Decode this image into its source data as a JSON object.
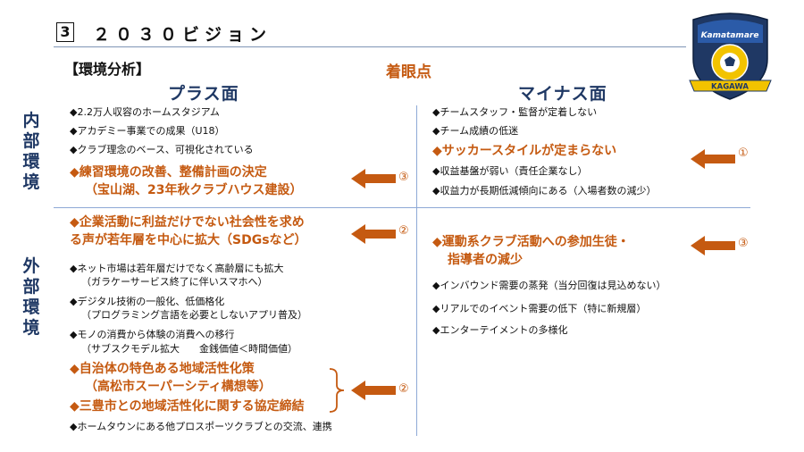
{
  "header": {
    "number": "3",
    "title": "２０３０ビジョン"
  },
  "section_label": "【環境分析】",
  "center_label": "着眼点",
  "columns": {
    "plus": "プラス面",
    "minus": "マイナス面"
  },
  "rows": {
    "internal": "内部環境",
    "external": "外部環境"
  },
  "plus_internal": {
    "items": [
      "◆2.2万人収容のホームスタジアム",
      "◆アカデミー事業での成果（U18）",
      "◆クラブ理念のベース、可視化されている"
    ],
    "highlight_line1": "◆練習環境の改善、整備計画の決定",
    "highlight_line2": "（宝山湖、23年秋クラブハウス建設）",
    "marker": "③"
  },
  "minus_internal": {
    "items": [
      "◆チームスタッフ・監督が定着しない",
      "◆チーム成績の低迷"
    ],
    "highlight": "◆サッカースタイルが定まらない",
    "marker": "①",
    "items2": [
      "◆収益基盤が弱い（責任企業なし）",
      "◆収益力が長期低減傾向にある（入場者数の減少）"
    ]
  },
  "plus_external": {
    "highlight_line1": "◆企業活動に利益だけでない社会性を求め",
    "highlight_line2": "る声が若年層を中心に拡大（SDGsなど）",
    "marker1": "②",
    "item1_line1": "◆ネット市場は若年層だけでなく高齢層にも拡大",
    "item1_line2": "（ガラケーサービス終了に伴いスマホへ）",
    "item2_line1": "◆デジタル技術の一般化、低価格化",
    "item2_line2": "（プログラミング言語を必要としないアプリ普及）",
    "item3_line1": "◆モノの消費から体験の消費への移行",
    "item3_line2": "（サブスクモデル拡大　　金銭価値＜時間価値）",
    "highlight2_line1": "◆自治体の特色ある地域活性化策",
    "highlight2_line2": "（高松市スーパーシティ構想等）",
    "highlight3": "◆三豊市との地域活性化に関する協定締結",
    "marker2": "②",
    "item4": "◆ホームタウンにある他プロスポーツクラブとの交流、連携"
  },
  "minus_external": {
    "highlight_line1": "◆運動系クラブ活動への参加生徒・",
    "highlight_line2": "指導者の減少",
    "marker": "③",
    "items": [
      "◆インバウンド需要の蒸発（当分回復は見込めない）",
      "◆リアルでのイベント需要の低下（特に新規層）",
      "◆エンターテイメントの多様化"
    ]
  },
  "logo": {
    "top_text": "Kamatamare",
    "bottom_text": "KAGAWA"
  },
  "colors": {
    "accent": "#c55a11",
    "navy": "#1f3864",
    "divider": "#8ea9d6"
  }
}
